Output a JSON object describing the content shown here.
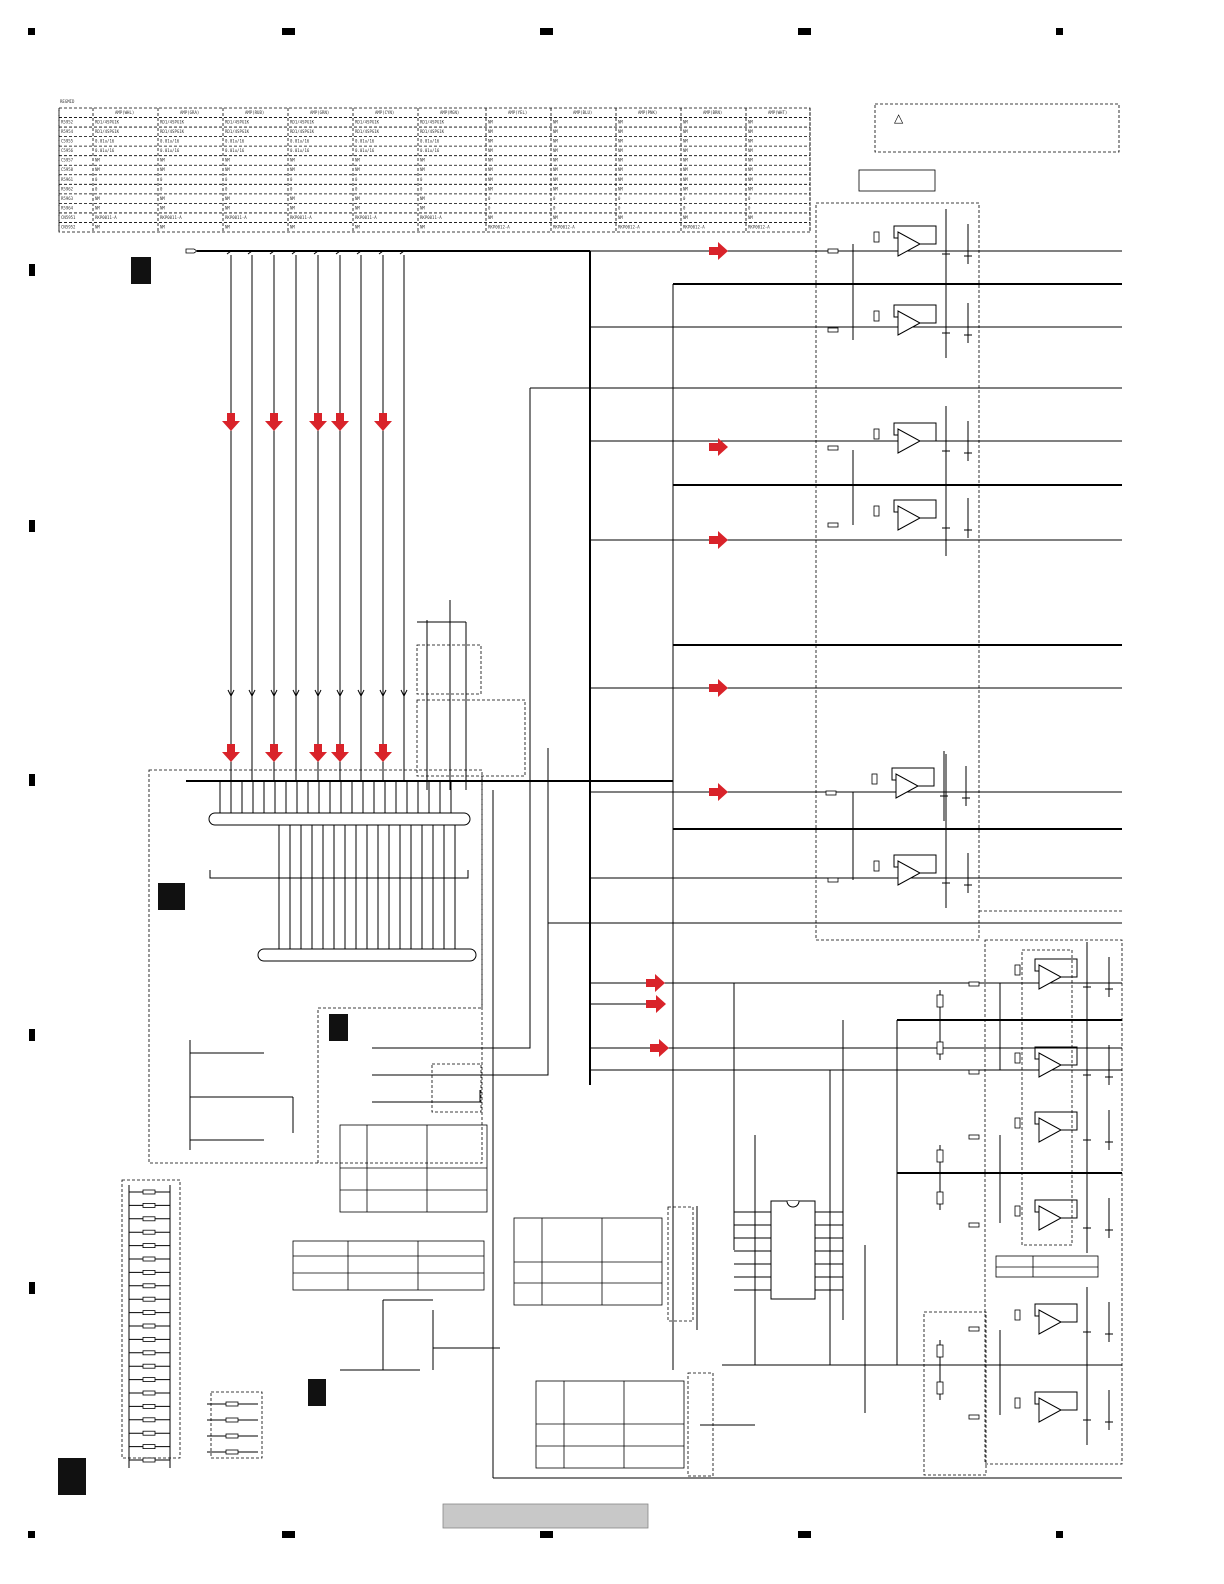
{
  "document": {
    "caution_symbol": "△",
    "table_title": "REGMID",
    "table_headers": [
      "",
      "AMP(WHL)",
      "AMP(GRA)",
      "AMP(RUB)",
      "AMP(GRN)",
      "AMP(CYN)",
      "AMP(MGN)",
      "AMP(YEL)",
      "AMP(BLU)",
      "AMP(PNK)",
      "AMP(BRN)",
      "AMP(WHT)"
    ],
    "table_rows": [
      [
        "R5952",
        "RD1/4SPG1K",
        "RD1/4SPG1K",
        "RD1/4SPG1K",
        "RD1/4SPG1K",
        "RD1/4SPG1K",
        "RD1/4SPG1K",
        "NM",
        "NM",
        "NM",
        "NM",
        "NM"
      ],
      [
        "R5954",
        "RD1/4SPG1K",
        "RD1/4SPG1K",
        "RD1/4SPG1K",
        "RD1/4SPG1K",
        "RD1/4SPG1K",
        "RD1/4SPG1K",
        "NM",
        "NM",
        "NM",
        "NM",
        "NM"
      ],
      [
        "C5955",
        "0.01u/16",
        "0.01u/16",
        "0.01u/16",
        "0.01u/16",
        "0.01u/16",
        "0.01u/16",
        "NM",
        "NM",
        "NM",
        "NM",
        "NM"
      ],
      [
        "C5956",
        "0.01u/16",
        "0.01u/16",
        "0.01u/16",
        "0.01u/16",
        "0.01u/16",
        "0.01u/16",
        "NM",
        "NM",
        "NM",
        "NM",
        "NM"
      ],
      [
        "C5957",
        "NM",
        "NM",
        "NM",
        "NM",
        "NM",
        "NM",
        "NM",
        "NM",
        "NM",
        "NM",
        "NM"
      ],
      [
        "C5958",
        "NM",
        "NM",
        "NM",
        "NM",
        "NM",
        "NM",
        "NM",
        "NM",
        "NM",
        "NM",
        "NM"
      ],
      [
        "R5961",
        "0",
        "0",
        "0",
        "0",
        "0",
        "0",
        "NM",
        "NM",
        "NM",
        "NM",
        "NM"
      ],
      [
        "R5962",
        "0",
        "0",
        "0",
        "0",
        "0",
        "0",
        "NM",
        "NM",
        "NM",
        "NM",
        "NM"
      ],
      [
        "R5963",
        "NM",
        "NM",
        "NM",
        "NM",
        "NM",
        "NM",
        "0",
        "0",
        "0",
        "0",
        "0"
      ],
      [
        "R5964",
        "NM",
        "NM",
        "NM",
        "NM",
        "NM",
        "NM",
        "0",
        "0",
        "0",
        "0",
        "0"
      ],
      [
        "CN5951",
        "RKP0011-A",
        "RKP0011-A",
        "RKP0011-A",
        "RKP0011-A",
        "RKP0011-A",
        "RKP0011-A",
        "NM",
        "NM",
        "NM",
        "NM",
        "NM"
      ],
      [
        "CN5952",
        "NM",
        "NM",
        "NM",
        "NM",
        "NM",
        "NM",
        "RKP0012-A",
        "RKP0012-A",
        "RKP0012-A",
        "RKP0012-A",
        "RKP0012-A"
      ]
    ]
  },
  "palette": {
    "line": "#000000",
    "signal_arrow": "#d9232a",
    "footer_bar": "#c8c8c8",
    "block_marker": "#111111"
  }
}
